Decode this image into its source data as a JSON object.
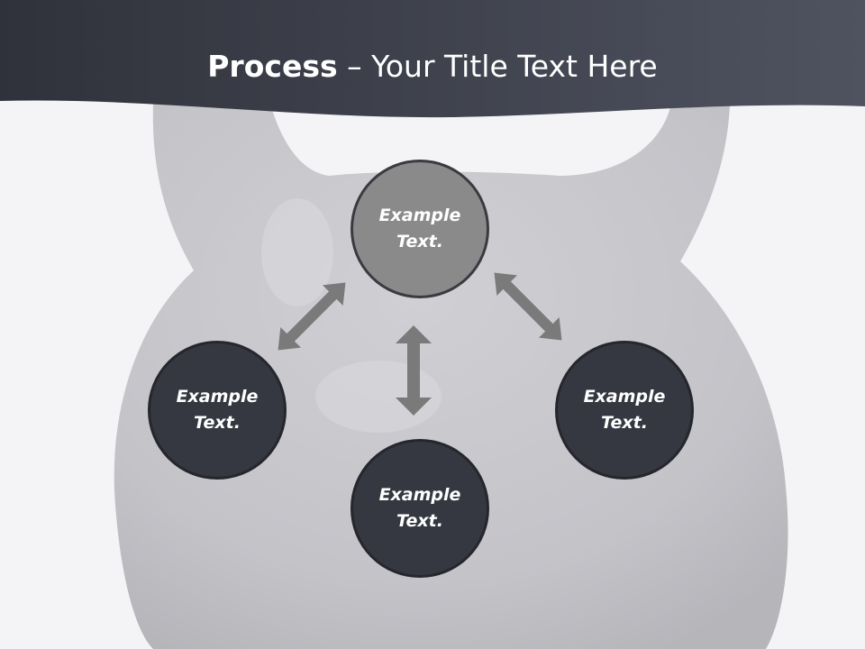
{
  "slide": {
    "title_bold": "Process",
    "title_rest": " – Your Title Text Here"
  },
  "nodes": [
    {
      "id": "top",
      "text": "Example Text."
    },
    {
      "id": "left",
      "text": "Example Text."
    },
    {
      "id": "bottom",
      "text": "Example Text."
    },
    {
      "id": "right",
      "text": "Example Text."
    }
  ],
  "colors": {
    "header": "#3b3e47",
    "node_dark": "#353841",
    "node_highlight": "#8a8a8a",
    "arrow": "#7a7a7a"
  }
}
